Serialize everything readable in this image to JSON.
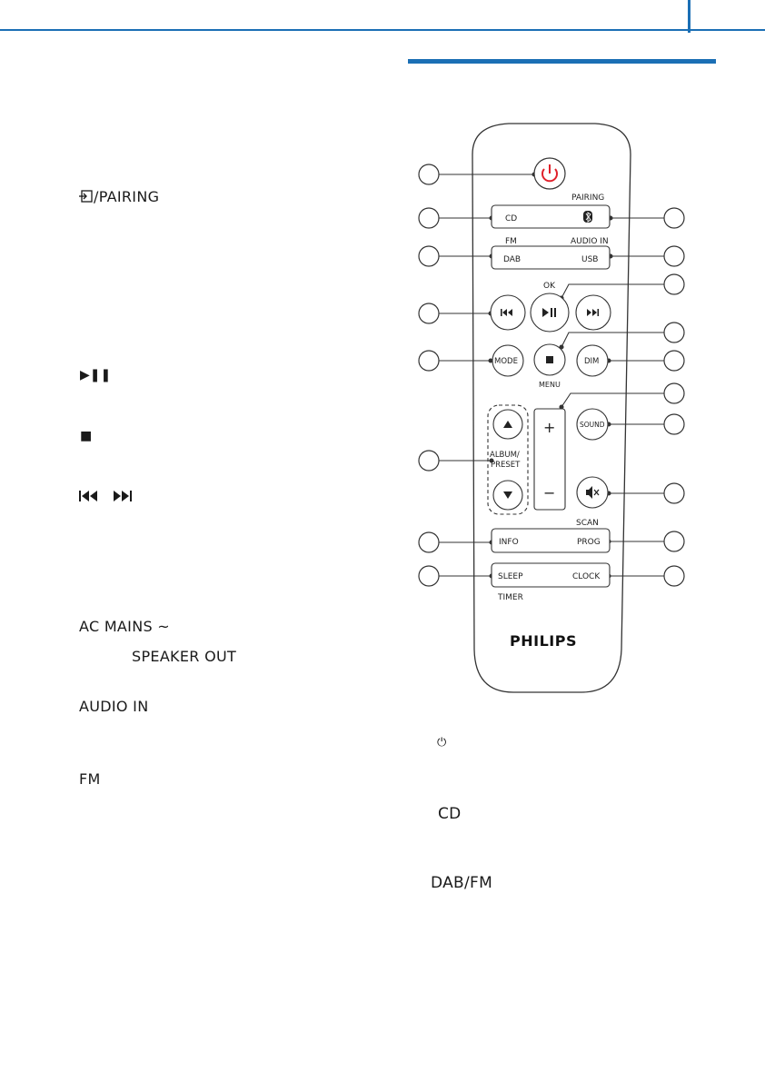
{
  "page": {
    "accent_color": "#1b6fb5",
    "left_labels": {
      "pairing": "/PAIRING",
      "ac_mains": "AC MAINS ~",
      "speaker_out": "SPEAKER OUT",
      "audio_in": "AUDIO IN",
      "fm": "FM"
    },
    "left_icons": {
      "source_icon": "input-source-icon",
      "play_pause": "▶❚❚",
      "stop": "■",
      "prev_next": "⏮ ⏭"
    },
    "right_labels": {
      "power_icon": "⏻",
      "cd": "CD",
      "dabfm": "DAB/FM"
    }
  },
  "remote": {
    "brand": "PHILIPS",
    "power_color": "#e0202a",
    "labels": {
      "pairing": "PAIRING",
      "cd": "CD",
      "fm": "FM",
      "audio_in": "AUDIO IN",
      "dab": "DAB",
      "usb": "USB",
      "ok": "OK",
      "mode": "MODE",
      "dim": "DIM",
      "menu": "MENU",
      "sound": "SOUND",
      "album_preset_1": "ALBUM/",
      "album_preset_2": "PRESET",
      "plus": "+",
      "minus": "−",
      "scan": "SCAN",
      "info": "INFO",
      "prog": "PROG",
      "sleep": "SLEEP",
      "clock": "CLOCK",
      "timer": "TIMER"
    }
  }
}
